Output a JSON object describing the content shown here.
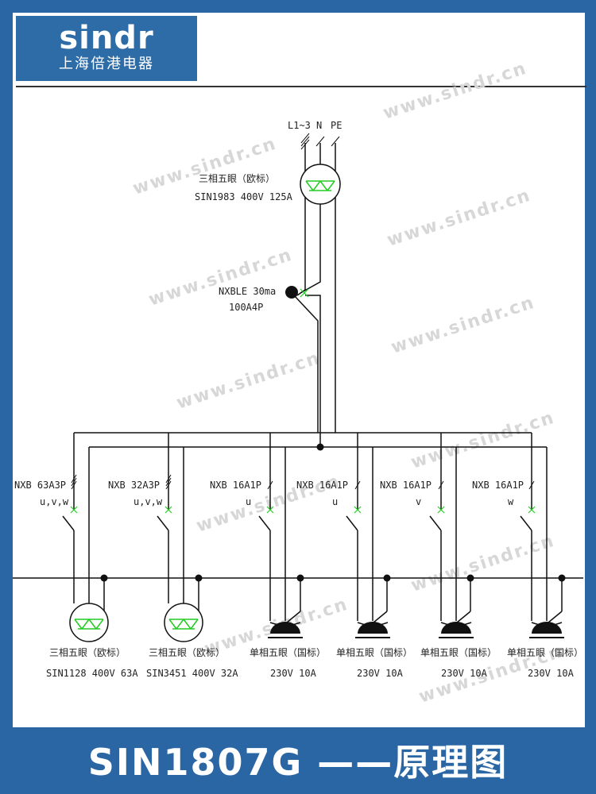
{
  "logo": {
    "brand": "sindr",
    "company": "上海倍港电器"
  },
  "watermark": "www.sindr.cn",
  "supply": {
    "phase_label": "L1~3",
    "neutral_label": "N",
    "earth_label": "PE"
  },
  "inlet": {
    "type": "三相五眼（欧标）",
    "spec": "SIN1983 400V 125A"
  },
  "rcd": {
    "model": "NXBLE 30ma",
    "rating": "100A4P"
  },
  "breakers": [
    {
      "model": "NXB 63A3P",
      "phase": "u,v,w"
    },
    {
      "model": "NXB 32A3P",
      "phase": "u,v,w"
    },
    {
      "model": "NXB 16A1P",
      "phase": "u"
    },
    {
      "model": "NXB 16A1P",
      "phase": "u"
    },
    {
      "model": "NXB 16A1P",
      "phase": "v"
    },
    {
      "model": "NXB 16A1P",
      "phase": "w"
    }
  ],
  "outlets": [
    {
      "type": "三相五眼（欧标）",
      "spec": "SIN1128 400V 63A"
    },
    {
      "type": "三相五眼（欧标）",
      "spec": "SIN3451 400V 32A"
    },
    {
      "type": "单相五眼（国标）",
      "spec": "230V 10A"
    },
    {
      "type": "单相五眼（国标）",
      "spec": "230V 10A"
    },
    {
      "type": "单相五眼（国标）",
      "spec": "230V 10A"
    },
    {
      "type": "单相五眼（国标）",
      "spec": "230V 10A"
    }
  ],
  "footer": {
    "title": "SIN1807G ——原理图"
  },
  "colors": {
    "background": "#2a66a4",
    "logo_bg": "#2e6ca8",
    "line": "#111111",
    "contact": "#22cc22",
    "watermark": "#d7d7d7"
  }
}
